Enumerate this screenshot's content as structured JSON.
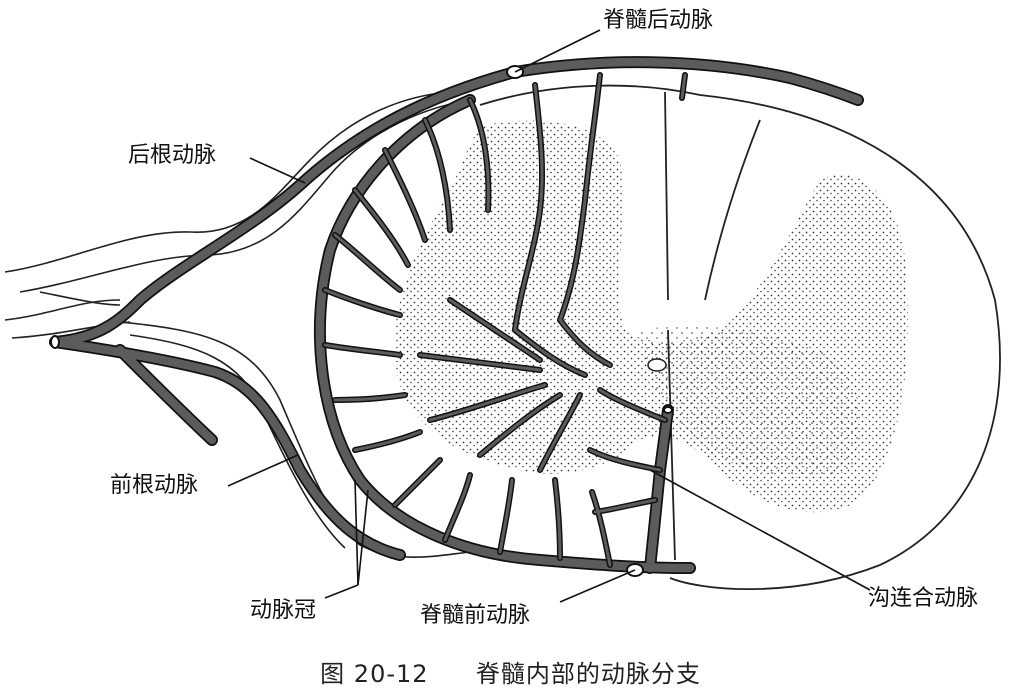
{
  "labels": {
    "posterior_spinal_artery": "脊髓后动脉",
    "posterior_radicular_artery": "后根动脉",
    "anterior_radicular_artery": "前根动脉",
    "arterial_vasocorona": "动脉冠",
    "anterior_spinal_artery": "脊髓前动脉",
    "sulcal_artery": "沟连合动脉"
  },
  "caption": {
    "figure_number": "图 20-12",
    "title": "脊髓内部的动脉分支"
  },
  "colors": {
    "vessel_fill": "#5c5c5c",
    "vessel_outline": "#111111",
    "outline": "#222222",
    "stipple": "#333333"
  }
}
